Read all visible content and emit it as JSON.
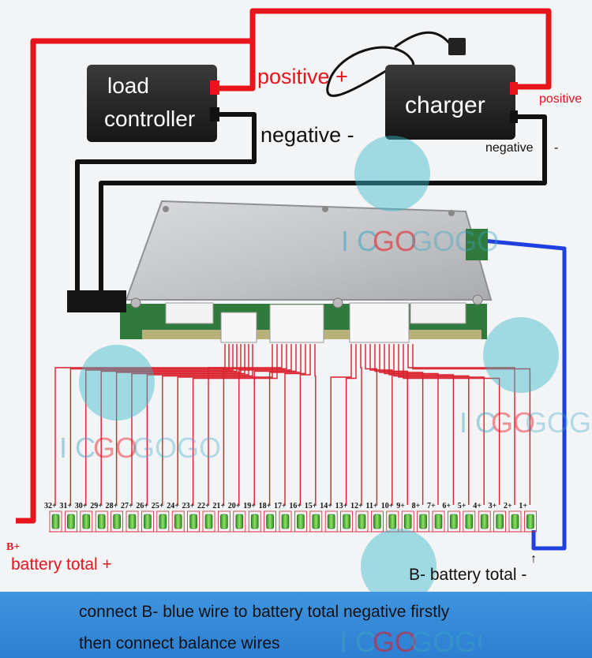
{
  "labels": {
    "load_controller_line1": "load",
    "load_controller_line2": "controller",
    "charger": "charger",
    "positive_main": "positive +",
    "negative_main": "negative -",
    "positive_charger": "positive",
    "negative_charger": "negative",
    "negative_charger_sign": "-",
    "b_plus": "B+",
    "battery_total_plus": "battery total +",
    "battery_total_minus": "B- battery total -",
    "up_arrow": "↑"
  },
  "watermark": {
    "text_ic": "I C",
    "text_go": "GO",
    "text_gogo": "GOGO"
  },
  "cells": [
    "32",
    "31",
    "30",
    "29",
    "28",
    "27",
    "26",
    "25",
    "24",
    "23",
    "22",
    "21",
    "20",
    "19",
    "18",
    "17",
    "16",
    "15",
    "14",
    "13",
    "12",
    "11",
    "10",
    "9",
    "8",
    "7",
    "6",
    "5",
    "4",
    "3",
    "2",
    "1"
  ],
  "cell_sign": "+",
  "footer": {
    "line1": "connect B- blue wire to battery total negative firstly",
    "line2": "then connect balance wires"
  },
  "colors": {
    "positive_wire": "#e8141c",
    "negative_wire": "#111111",
    "blue_wire": "#1f3fe0",
    "balance_wire": "#d9202c",
    "label_red": "#e8141c",
    "footer_bg": "#3589d8"
  }
}
